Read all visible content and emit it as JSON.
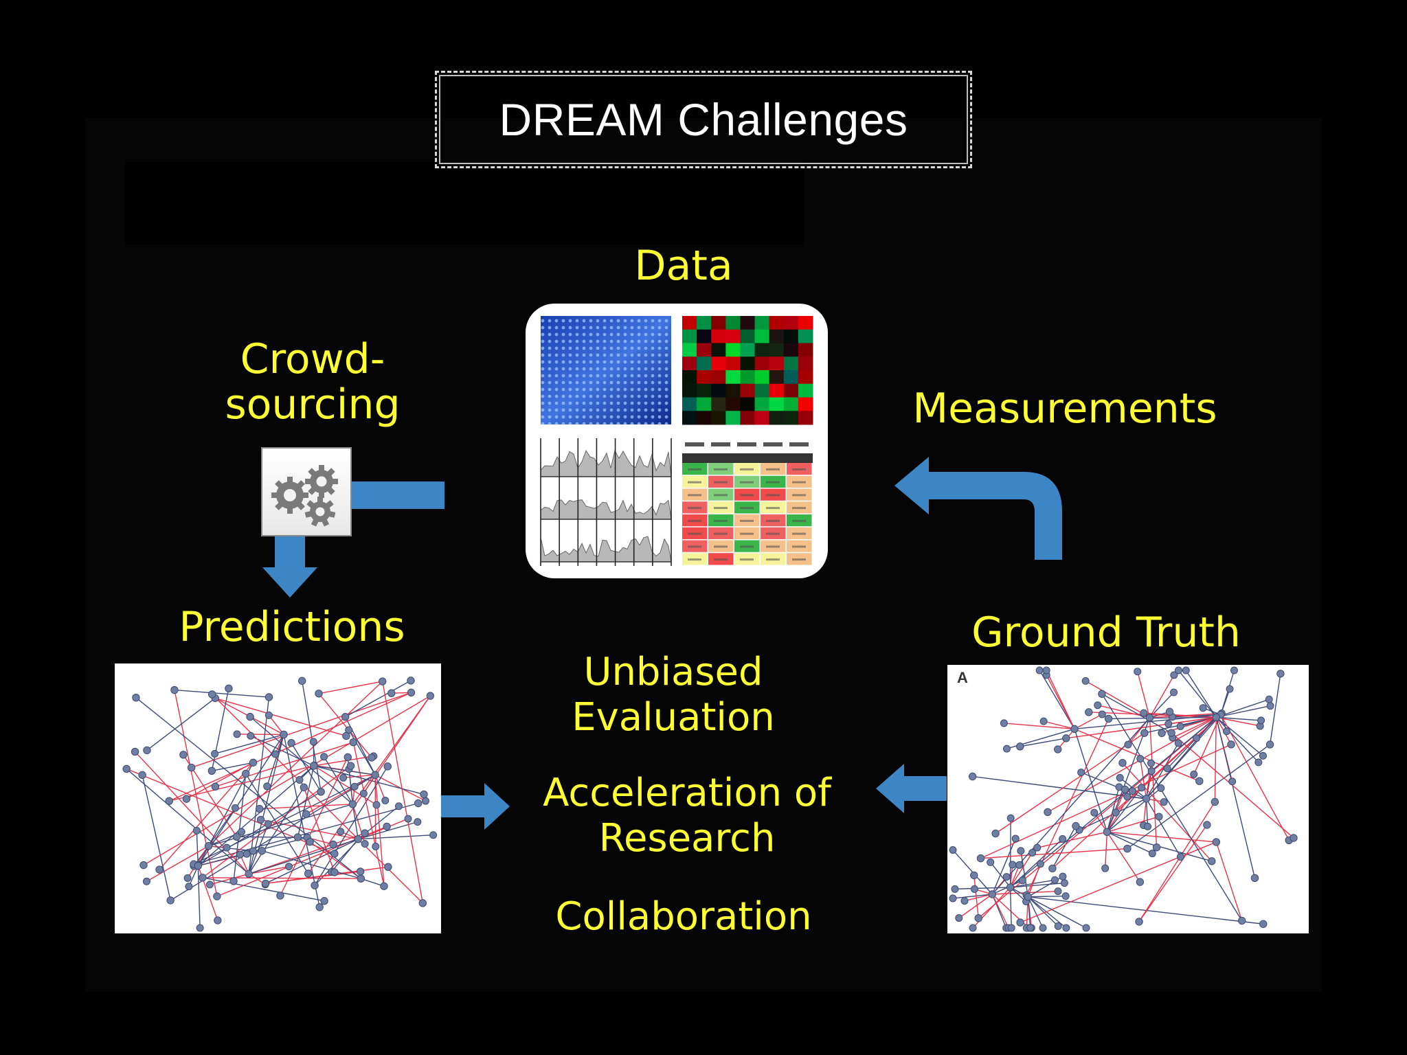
{
  "title": "DREAM Challenges",
  "labels": {
    "data": "Data",
    "crowdsourcing_line1": "Crowd-",
    "crowdsourcing_line2": "sourcing",
    "measurements": "Measurements",
    "predictions": "Predictions",
    "ground_truth": "Ground Truth",
    "unbiased_line1": "Unbiased",
    "unbiased_line2": "Evaluation",
    "acceleration_line1": "Acceleration of",
    "acceleration_line2": "Research",
    "collaboration": "Collaboration"
  },
  "ground_truth_panel_letter": "A",
  "colors": {
    "background": "#000000",
    "label_yellow": "#ffff33",
    "arrow_blue": "#3d86c6",
    "edge_red": "#e8324a",
    "edge_navy": "#3b4a7a",
    "node": "#6f7fa3"
  },
  "icons": {
    "gears": "gears-icon",
    "arrows": [
      "arrow-gears-to-data",
      "arrow-gears-down",
      "arrow-predictions-right",
      "arrow-groundtruth-left",
      "arrow-measurements-curved"
    ]
  }
}
